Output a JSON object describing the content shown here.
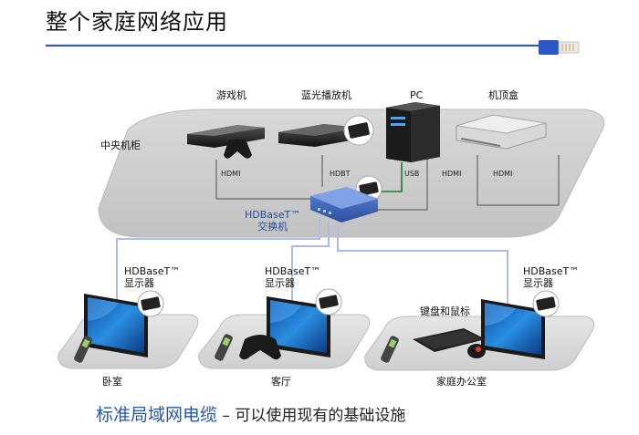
{
  "title": "整个家庭网络应用",
  "central_cabinet": {
    "label": "中央机柜",
    "devices": [
      {
        "name": "游戏机",
        "port": "HDMI"
      },
      {
        "name": "蓝光播放机",
        "port": "HDBT"
      },
      {
        "name": "PC",
        "ports": [
          "USB",
          "HDMI"
        ]
      },
      {
        "name": "机顶盒",
        "port": "HDMI"
      }
    ]
  },
  "switch": {
    "line1": "HDBaseT™",
    "line2": "交换机"
  },
  "displays": [
    {
      "line1": "HDBaseT™",
      "line2": "显示器"
    },
    {
      "line1": "HDBaseT™",
      "line2": "显示器"
    },
    {
      "line1": "HDBaseT™",
      "line2": "显示器"
    }
  ],
  "keyboard_label": "键盘和鼠标",
  "rooms": [
    "卧室",
    "客厅",
    "家庭办公室"
  ],
  "bottom_caption": {
    "emphasis": "标准局域网电缆",
    "rest": " – 可以使用现有的基础设施"
  },
  "colors": {
    "cable_blue": "#2b4fb0",
    "accent_blue": "#1f56b3",
    "usb_green": "#1d7a2c"
  }
}
